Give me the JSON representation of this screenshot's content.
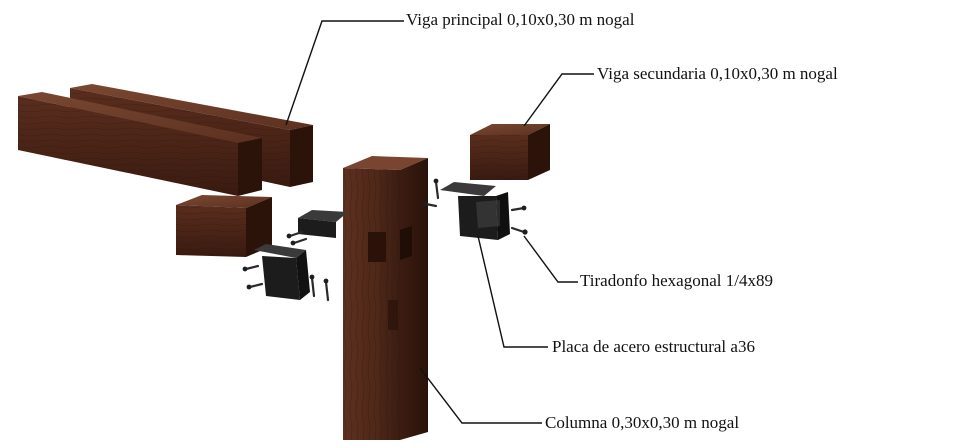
{
  "labels": {
    "main_beam": "Viga principal 0,10x0,30 m nogal",
    "secondary_beam": "Viga secundaria 0,10x0,30 m nogal",
    "lag_screw": "Tiradonfo hexagonal 1/4x89",
    "steel_plate": "Placa de acero estructural a36",
    "column": "Columna 0,30x0,30 m nogal"
  },
  "colors": {
    "wood_top": "#6e3f2c",
    "wood_front": "#4a2418",
    "wood_side": "#35160e",
    "steel": "#1c1c1c",
    "steel_light": "#3a3a3a",
    "leader_line": "#111111"
  }
}
